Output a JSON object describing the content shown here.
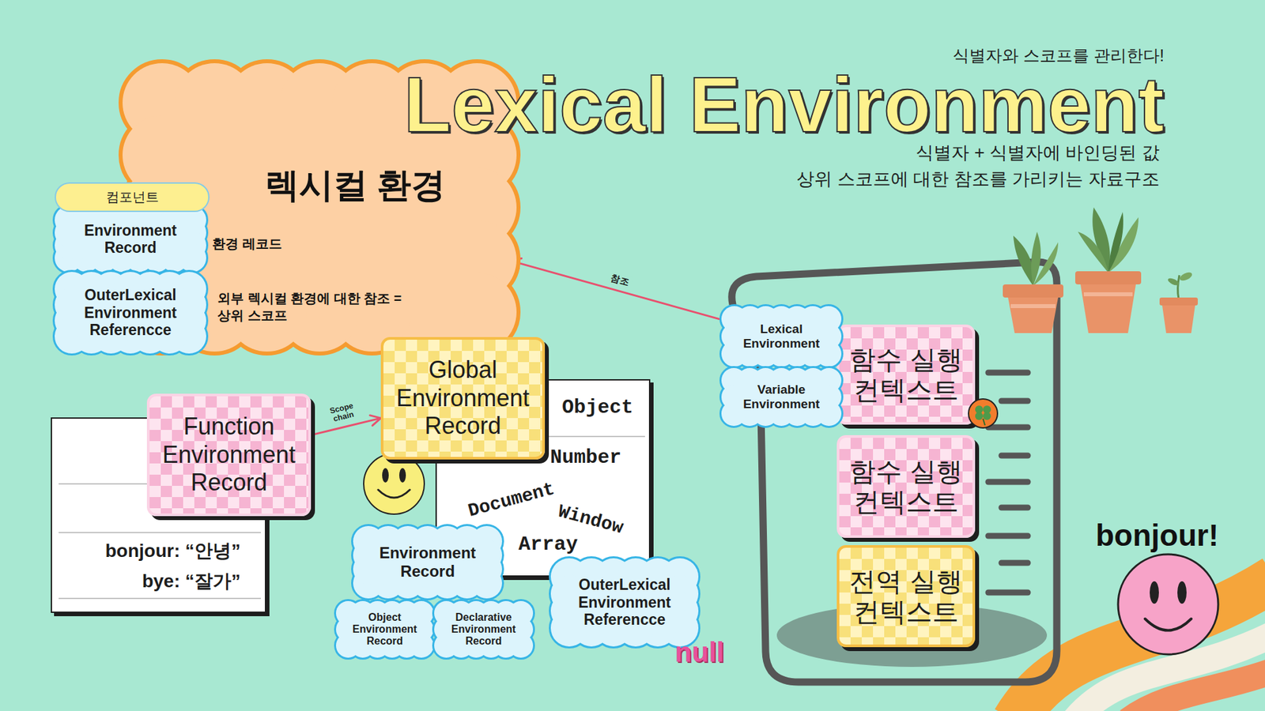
{
  "diagram": {
    "title": "Lexical Environment",
    "nodes": [
      {
        "text": [
          "렉시컬 환경"
        ]
      },
      {
        "text": [
          "컴포넌트"
        ]
      },
      {
        "text": [
          "Environment Record"
        ]
      },
      {
        "text": [
          "OuterLexical Environment Referencce"
        ]
      },
      {
        "text": [
          "Lexical Environment"
        ]
      },
      {
        "text": [
          "함수 실행 컨텍스트"
        ]
      },
      {
        "text": [
          "Variable Environment"
        ]
      },
      {
        "text": [
          "Global Environment Record"
        ]
      },
      {
        "text": [
          "Object",
          "Number",
          "Document",
          "Window",
          "Array"
        ]
      },
      {
        "text": [
          "Function Environment Record"
        ]
      },
      {
        "text": [
          "bonjour: “안녕”",
          "bye: “잘가”"
        ]
      },
      {
        "text": [
          "함수 실행 컨텍스트"
        ]
      },
      {
        "text": [
          "Environment Record"
        ]
      },
      {
        "text": [
          "OuterLexical Environment Referencce",
          "null"
        ]
      },
      {
        "text": [
          "Object Environment Record"
        ]
      },
      {
        "text": [
          "Declarative Environment Record"
        ]
      },
      {
        "text": [
          "전역 실행 컨텍스트"
        ]
      }
    ],
    "edges": [
      {
        "from": 4,
        "to": 0,
        "arrow": "to",
        "label": "참조"
      },
      {
        "from": 9,
        "to": 7,
        "arrow": "to",
        "label": "Scope chain"
      }
    ],
    "labels": [
      "식별자와 스코프를 관리한다!",
      "식별자 + 식별자에 바인딩된 값",
      "상위 스코프에 대한 참조를 가리키는 자료구조",
      "환경 레코드",
      "외부 렉시컬 환경에 대한 참조 = 상위 스코프",
      "bonjour!"
    ]
  }
}
